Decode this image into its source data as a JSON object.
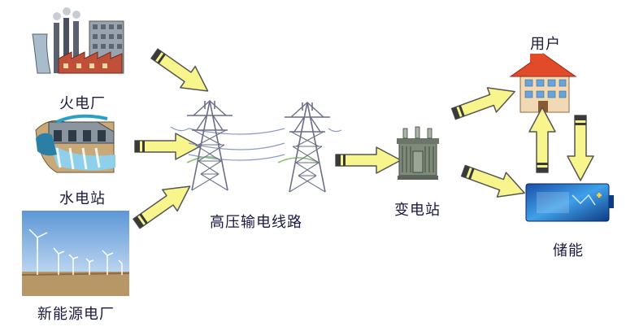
{
  "labels": {
    "thermal_plant": "火电厂",
    "hydro_plant": "水电站",
    "renewable_plant": "新能源电厂",
    "transmission_line": "高压输电线路",
    "substation": "变电站",
    "users": "用户",
    "storage": "储能"
  },
  "colors": {
    "arrow_fill": "#f7f58c",
    "arrow_stroke": "#555555",
    "arrow_band": "#3a3a3a",
    "tower": "#6a6f86",
    "wire": "#8a9cc4",
    "wire_green": "#8cc36a",
    "label_text": "#1a1a40"
  }
}
